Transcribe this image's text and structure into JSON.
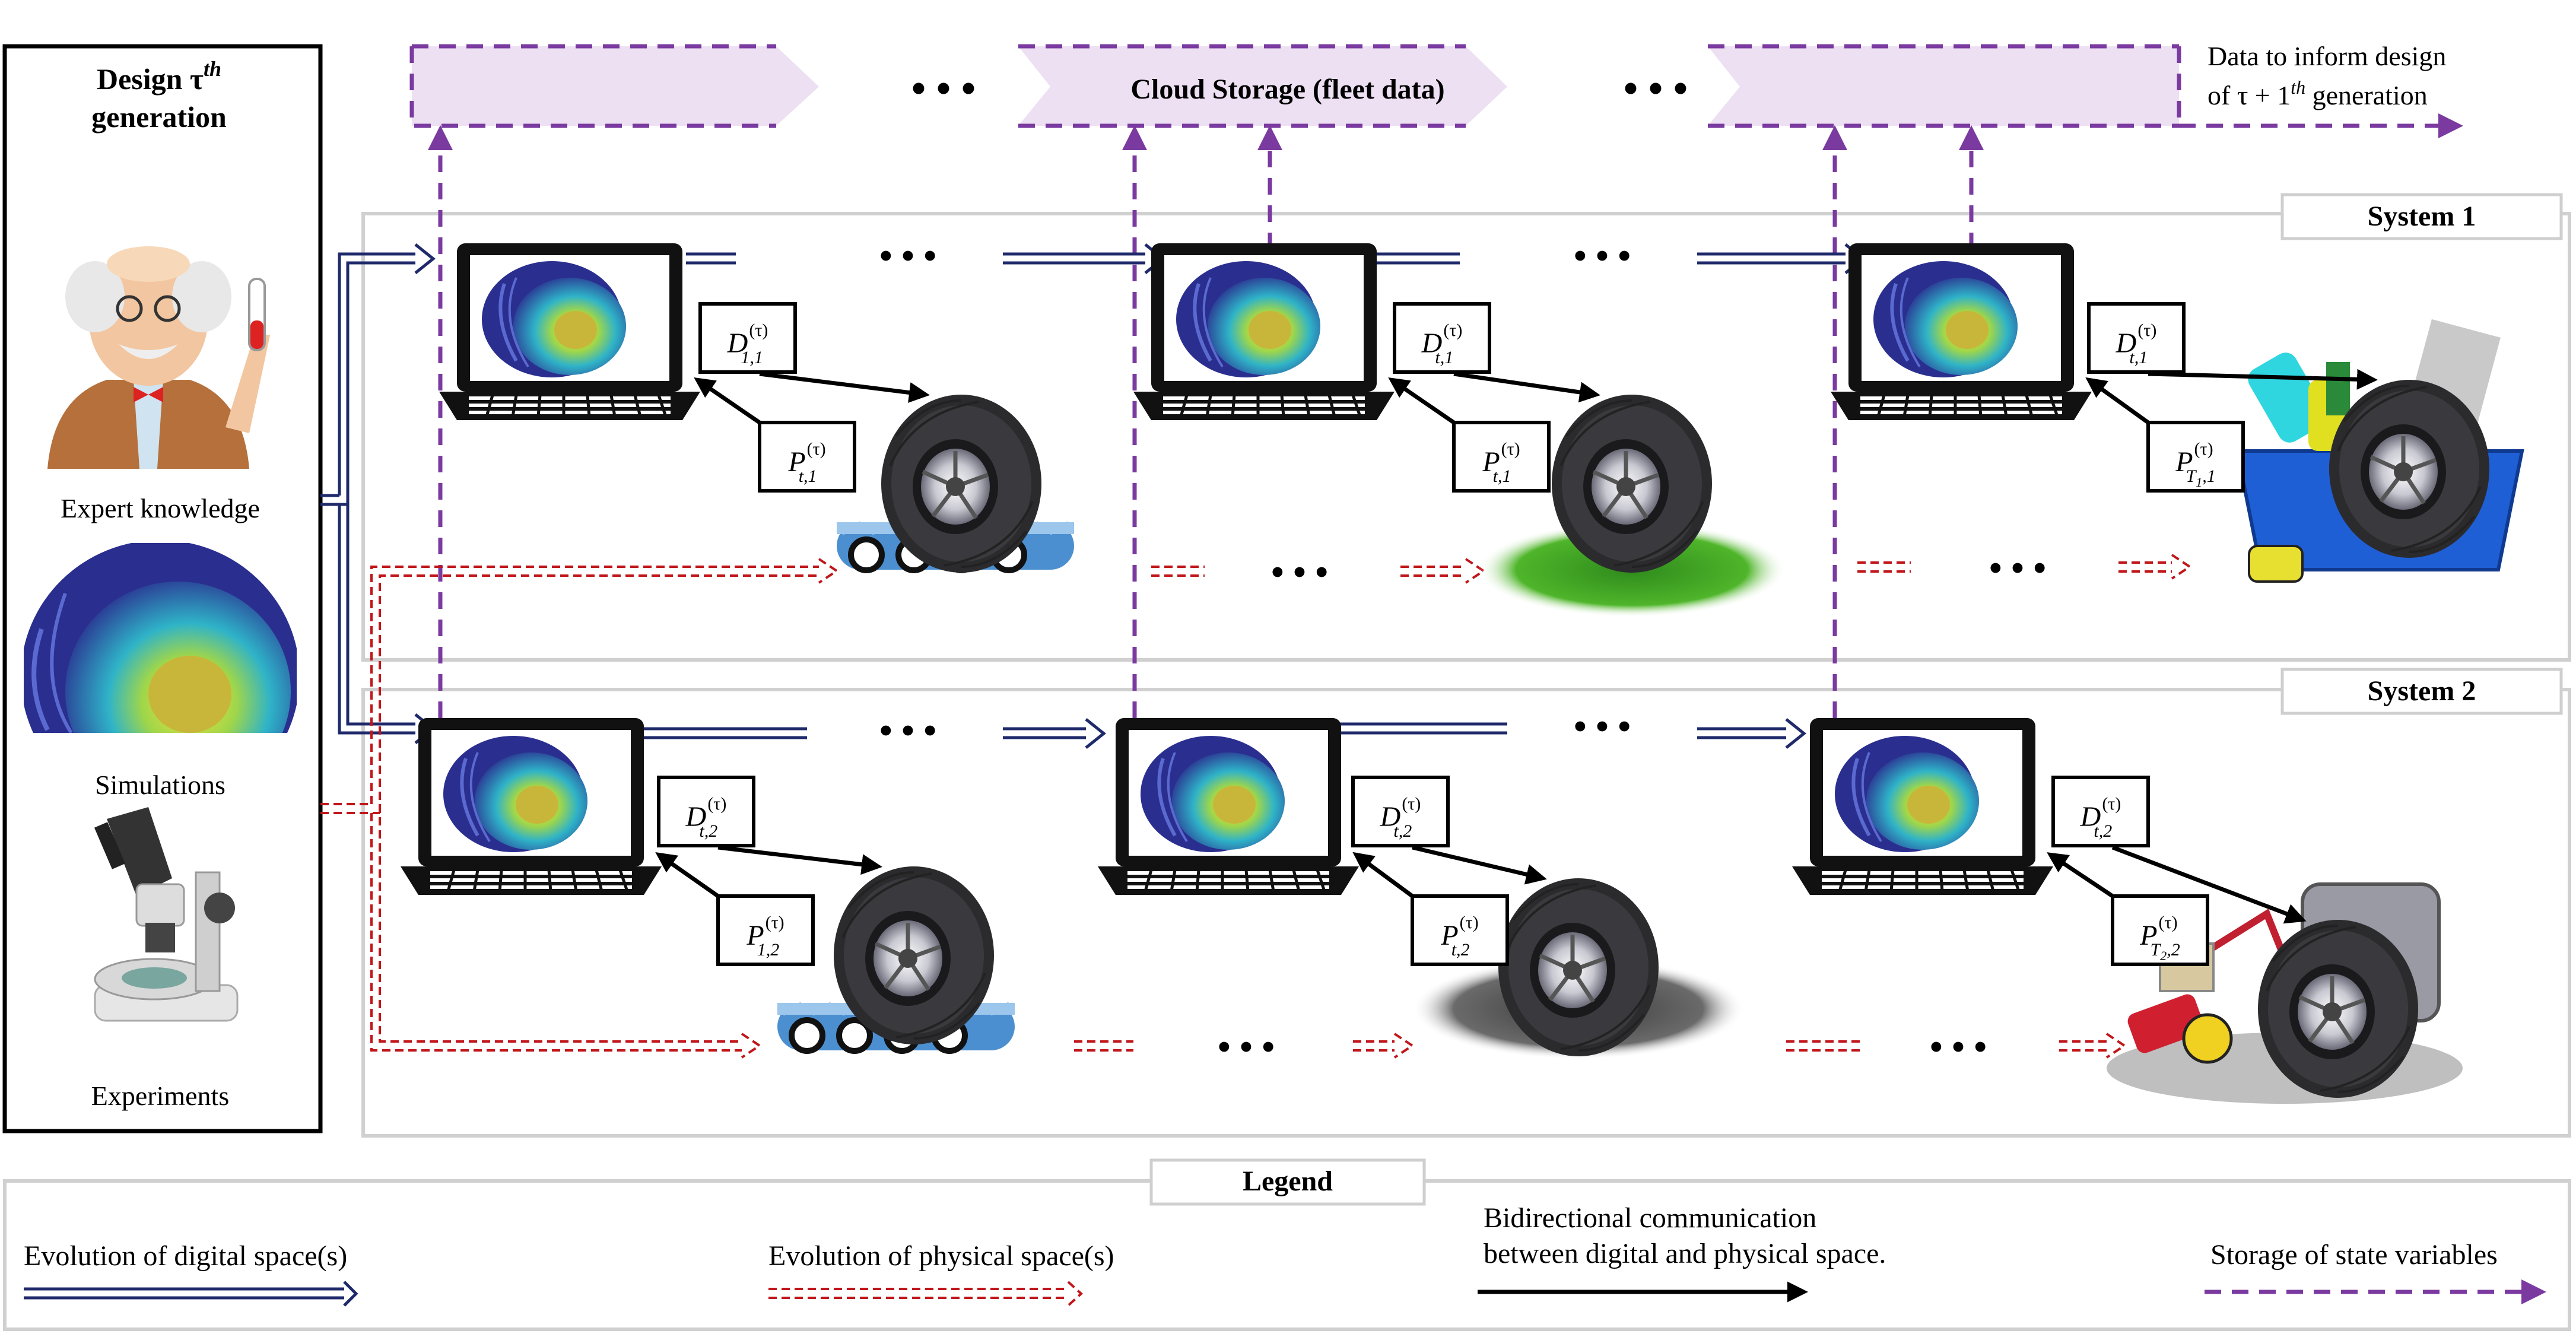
{
  "design_box": {
    "title_line1": "Design τ",
    "title_sup": "th",
    "title_line2": "generation",
    "items": [
      {
        "label": "Expert knowledge",
        "icon": "expert-scientist-icon"
      },
      {
        "label": "Simulations",
        "icon": "simulated-tire-icon"
      },
      {
        "label": "Experiments",
        "icon": "microscope-icon"
      }
    ]
  },
  "cloud": {
    "ellipsis": "• • •",
    "label": "Cloud Storage (fleet data)",
    "inform_line1": "Data to inform design",
    "inform_line2_pre": "of τ + 1",
    "inform_line2_sup": "th",
    "inform_line2_post": " generation"
  },
  "systems": [
    {
      "name": "System 1",
      "stages": [
        {
          "D": "D",
          "D_sub": "1,1",
          "P": "P",
          "P_sub": "t,1",
          "scene": "conveyor-belt"
        },
        {
          "D": "D",
          "D_sub": "t,1",
          "P": "P",
          "P_sub": "t,1",
          "scene": "grass"
        },
        {
          "D": "D",
          "D_sub": "t,1",
          "P": "P",
          "P_sub": "T",
          "P_subsub": "1",
          "P_sub_tail": ",1",
          "scene": "recycling-bin"
        }
      ]
    },
    {
      "name": "System 2",
      "stages": [
        {
          "D": "D",
          "D_sub": "t,2",
          "P": "P",
          "P_sub": "1,2",
          "scene": "conveyor-belt"
        },
        {
          "D": "D",
          "D_sub": "t,2",
          "P": "P",
          "P_sub": "t,2",
          "scene": "asphalt"
        },
        {
          "D": "D",
          "D_sub": "t,2",
          "P": "P",
          "P_sub": "T",
          "P_subsub": "2",
          "P_sub_tail": ",2",
          "scene": "scrap-heap"
        }
      ]
    }
  ],
  "superscript": "(τ)",
  "ellipsis": "• • •",
  "legend": {
    "title": "Legend",
    "digital": "Evolution of digital space(s)",
    "physical": "Evolution of physical space(s)",
    "bidir_line1": "Bidirectional communication",
    "bidir_line2": "between digital and physical space.",
    "storage": "Storage of state variables"
  },
  "colors": {
    "digital_arrow": "#1f2a6b",
    "physical_arrow": "#c0161a",
    "storage_arrow": "#7a3aa0",
    "cloud_fill": "#ece0f2",
    "tire_dark": "#2b2b2e",
    "sim_blue": "#2a2f8f"
  }
}
